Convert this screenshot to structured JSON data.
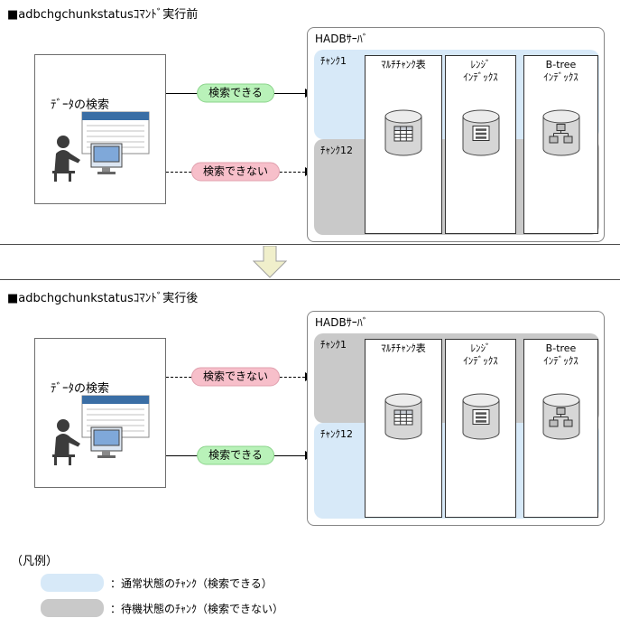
{
  "panels": {
    "before": {
      "title": "■adbchgchunkstatusｺﾏﾝﾄﾞ実行前",
      "client_label": "ﾃﾞｰﾀの検索",
      "server_label": "HADBｻｰﾊﾞ",
      "chunk_top_label": "ﾁｬﾝｸ1",
      "chunk_bottom_label": "ﾁｬﾝｸ12",
      "chunk_top_state": "normal",
      "chunk_bottom_state": "waiting",
      "arrow_top_label": "検索できる",
      "arrow_bottom_label": "検索できない"
    },
    "after": {
      "title": "■adbchgchunkstatusｺﾏﾝﾄﾞ実行後",
      "client_label": "ﾃﾞｰﾀの検索",
      "server_label": "HADBｻｰﾊﾞ",
      "chunk_top_label": "ﾁｬﾝｸ1",
      "chunk_bottom_label": "ﾁｬﾝｸ12",
      "chunk_top_state": "waiting",
      "chunk_bottom_state": "normal",
      "arrow_top_label": "検索できない",
      "arrow_bottom_label": "検索できる"
    }
  },
  "columns": {
    "multichunk_table": {
      "line1": "ﾏﾙﾁﾁｬﾝｸ表"
    },
    "range_index": {
      "line1": "ﾚﾝｼﾞ",
      "line2": "ｲﾝﾃﾞｯｸｽ"
    },
    "btree_index": {
      "line1": "B-tree",
      "line2": "ｲﾝﾃﾞｯｸｽ"
    }
  },
  "legend": {
    "title": "（凡例）",
    "items": [
      {
        "state": "normal",
        "label": "：通常状態のﾁｬﾝｸ（検索できる）"
      },
      {
        "state": "waiting",
        "label": "：待機状態のﾁｬﾝｸ（検索できない）"
      }
    ]
  },
  "colors": {
    "normal_chunk": "#d7e9f8",
    "waiting_chunk": "#c9c9c9",
    "searchable_pill": "#b9f2b9",
    "not_searchable_pill": "#f7bfca",
    "transition_arrow": "#f0efcb"
  }
}
